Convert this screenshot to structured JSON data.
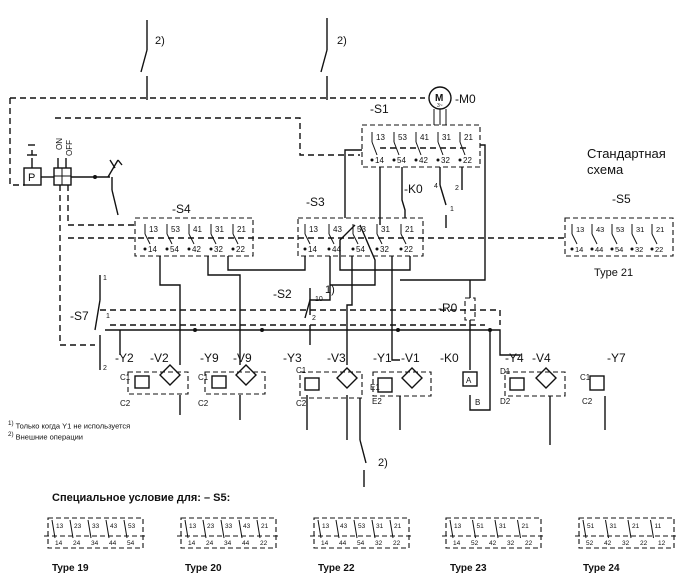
{
  "standard_scheme": [
    "Стандартная",
    "схема"
  ],
  "footnotes": [
    {
      "mark": "1)",
      "text": "Только когда Y1 не используется"
    },
    {
      "mark": "2)",
      "text": "Внешние операции"
    }
  ],
  "special_condition": "Специальное условие для: – S5:",
  "motor": {
    "symbol": "M",
    "sub": "3~",
    "label": "-M0"
  },
  "switch_positions": {
    "on": "ON",
    "off": "OFF"
  },
  "blocks": {
    "s1": {
      "label": "-S1",
      "top_terms": [
        "13",
        "53",
        "41",
        "31",
        "21"
      ],
      "bottom_terms": [
        "14",
        "54",
        "42",
        "32",
        "22"
      ]
    },
    "s4": {
      "label": "-S4",
      "top_terms": [
        "13",
        "53",
        "41",
        "31",
        "21"
      ],
      "bottom_terms": [
        "14",
        "54",
        "42",
        "32",
        "22"
      ]
    },
    "s3": {
      "label": "-S3",
      "top_terms": [
        "13",
        "43",
        "53",
        "31",
        "21"
      ],
      "bottom_terms": [
        "14",
        "44",
        "54",
        "32",
        "22"
      ]
    },
    "s5": {
      "label": "-S5",
      "top_terms": [
        "13",
        "43",
        "53",
        "31",
        "21"
      ],
      "bottom_terms": [
        "14",
        "44",
        "54",
        "32",
        "22"
      ],
      "type": "Type 21"
    }
  },
  "labels": {
    "k0_top": "-K0",
    "s2": "-S2",
    "s7": "-S7",
    "r0": "-R0",
    "y2": "-Y2",
    "v2": "-V2",
    "y9": "-Y9",
    "v9": "-V9",
    "y3": "-Y3",
    "v3": "-V3",
    "y1": "-Y1",
    "v1": "-V1",
    "k0": "-K0",
    "y4": "-Y4",
    "v4": "-V4",
    "y7": "-Y7",
    "note1": "1)",
    "note2": "2)"
  },
  "terminals": {
    "c1": "C1",
    "c2": "C2",
    "e1": "E1",
    "e2": "E2",
    "d1": "D1",
    "d2": "D2",
    "a": "A",
    "b": "B",
    "t1": "1",
    "t2": "2",
    "t3": "3",
    "t4": "4",
    "t10": "10"
  },
  "variants": [
    {
      "type": "Type 19",
      "top": [
        "13",
        "23",
        "33",
        "43",
        "53"
      ],
      "bottom": [
        "14",
        "24",
        "34",
        "44",
        "54"
      ]
    },
    {
      "type": "Type 20",
      "top": [
        "13",
        "23",
        "33",
        "43",
        "21"
      ],
      "bottom": [
        "14",
        "24",
        "34",
        "44",
        "22"
      ]
    },
    {
      "type": "Type 22",
      "top": [
        "13",
        "43",
        "53",
        "31",
        "21"
      ],
      "bottom": [
        "14",
        "44",
        "54",
        "32",
        "22"
      ]
    },
    {
      "type": "Type 23",
      "top": [
        "13",
        "51",
        "31",
        "21"
      ],
      "bottom": [
        "14",
        "52",
        "42",
        "32",
        "22"
      ]
    },
    {
      "type": "Type 24",
      "top": [
        "51",
        "31",
        "21",
        "11"
      ],
      "bottom": [
        "52",
        "42",
        "32",
        "22",
        "12"
      ]
    }
  ]
}
